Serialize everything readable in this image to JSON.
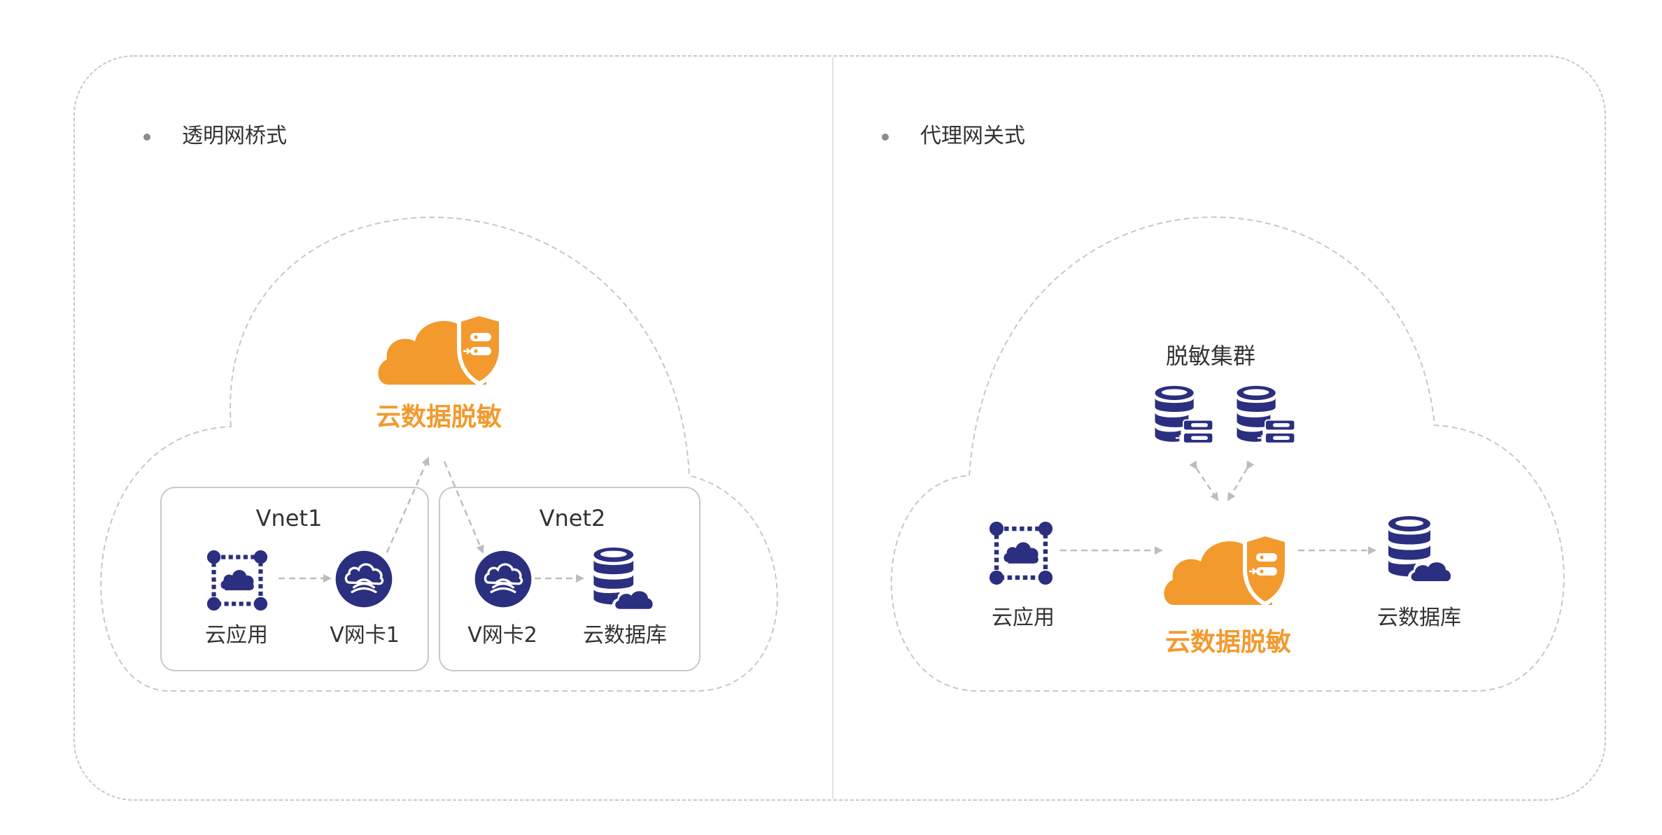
{
  "colors": {
    "brand_orange": "#F29A2E",
    "icon_navy": "#2B2F7F",
    "dashed_border": "#C8C8C8",
    "text": "#333333"
  },
  "left": {
    "heading": "透明网桥式",
    "brand_label": "云数据脱敏",
    "vnet1": {
      "title": "Vnet1",
      "app_label": "云应用",
      "nic_label": "V网卡1"
    },
    "vnet2": {
      "title": "Vnet2",
      "nic_label": "V网卡2",
      "db_label": "云数据库"
    }
  },
  "right": {
    "heading": "代理网关式",
    "cluster_label": "脱敏集群",
    "app_label": "云应用",
    "brand_label": "云数据脱敏",
    "db_label": "云数据库"
  },
  "icons": {
    "cloud_shield": "cloud-shield-icon",
    "cloud_app": "cloud-app-icon",
    "vnic": "cloud-wifi-icon",
    "cloud_db": "cloud-database-icon",
    "db_server": "database-server-icon"
  }
}
